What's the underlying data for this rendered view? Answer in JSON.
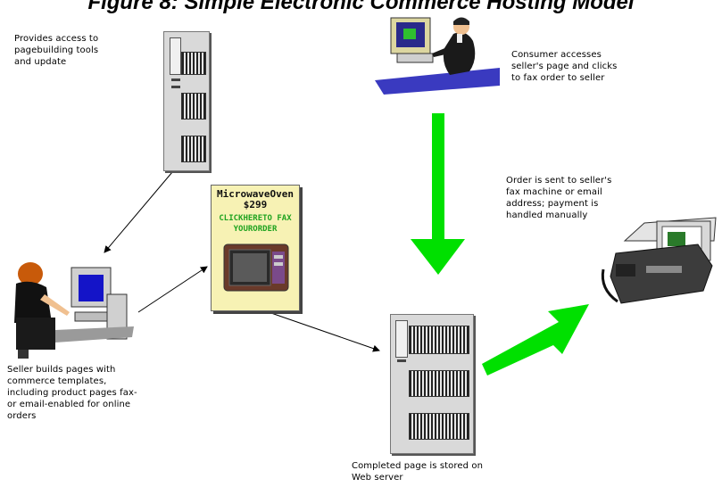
{
  "title": "Figure 8: Simple Electronic Commerce Hosting Model",
  "notes": {
    "page_tools": "Provides access to\npagebuilding tools\nand update",
    "consumer": "Consumer accesses\nseller's page and clicks\nto fax order  to seller",
    "order_sent": "Order  is sent to seller's\nfax machine or email\naddress; payment is\nhandled  manually",
    "seller": "Seller builds pages with\ncommerce templates,\nincluding product pages fax-\nor email-enabled   for online\norders",
    "completed": "Completed  page is stored on\nWeb server"
  },
  "product_card": {
    "name": "MicrowaveOven",
    "price": "$299",
    "cta_line1": "CLICKHERETO FAX",
    "cta_line2": "YOURORDER"
  },
  "colors": {
    "arrow_green": "#00e000",
    "card_bg": "#f7f2b4",
    "server": "#d9d9d9"
  },
  "icons": [
    "server-tower-icon",
    "consumer-computer-icon",
    "seller-computer-icon",
    "microwave-icon",
    "fax-machine-icon"
  ]
}
